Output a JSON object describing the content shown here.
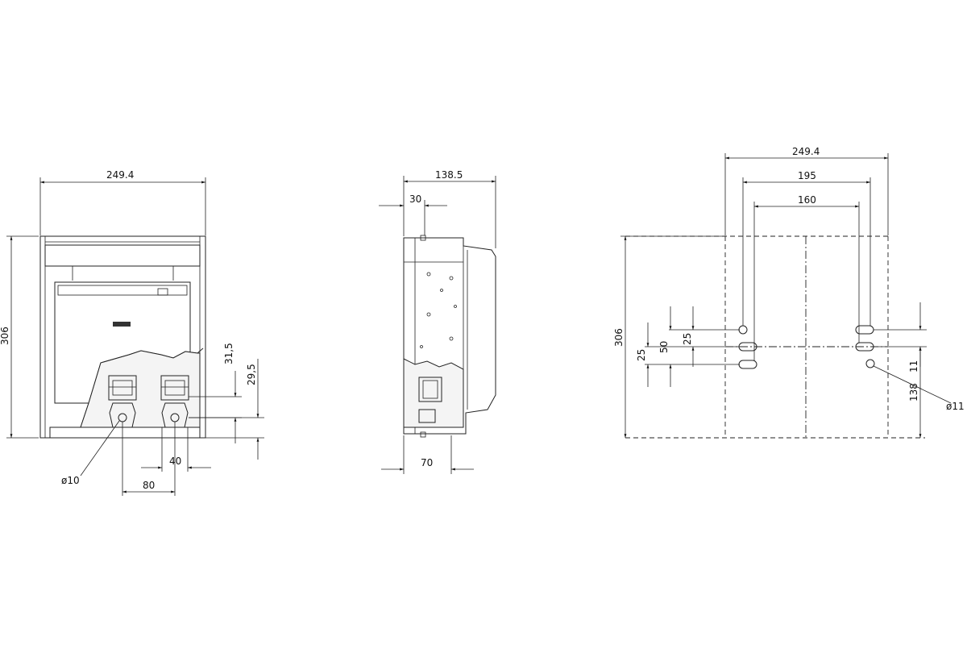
{
  "front_view": {
    "width_label": "249.4",
    "height_label": "306",
    "dim_31_5": "31,5",
    "dim_29_5": "29,5",
    "dim_40": "40",
    "dim_80": "80",
    "hole_label": "ø10"
  },
  "side_view": {
    "depth_label": "138.5",
    "dim_30": "30",
    "dim_70": "70"
  },
  "mounting_view": {
    "width_label": "249.4",
    "dim_195": "195",
    "dim_160": "160",
    "height_label": "306",
    "dim_25_a": "25",
    "dim_50": "50",
    "dim_25_b": "25",
    "dim_11": "11",
    "dim_138": "138",
    "hole_label": "ø11"
  },
  "colors": {
    "line": "#222222",
    "background": "#ffffff"
  }
}
